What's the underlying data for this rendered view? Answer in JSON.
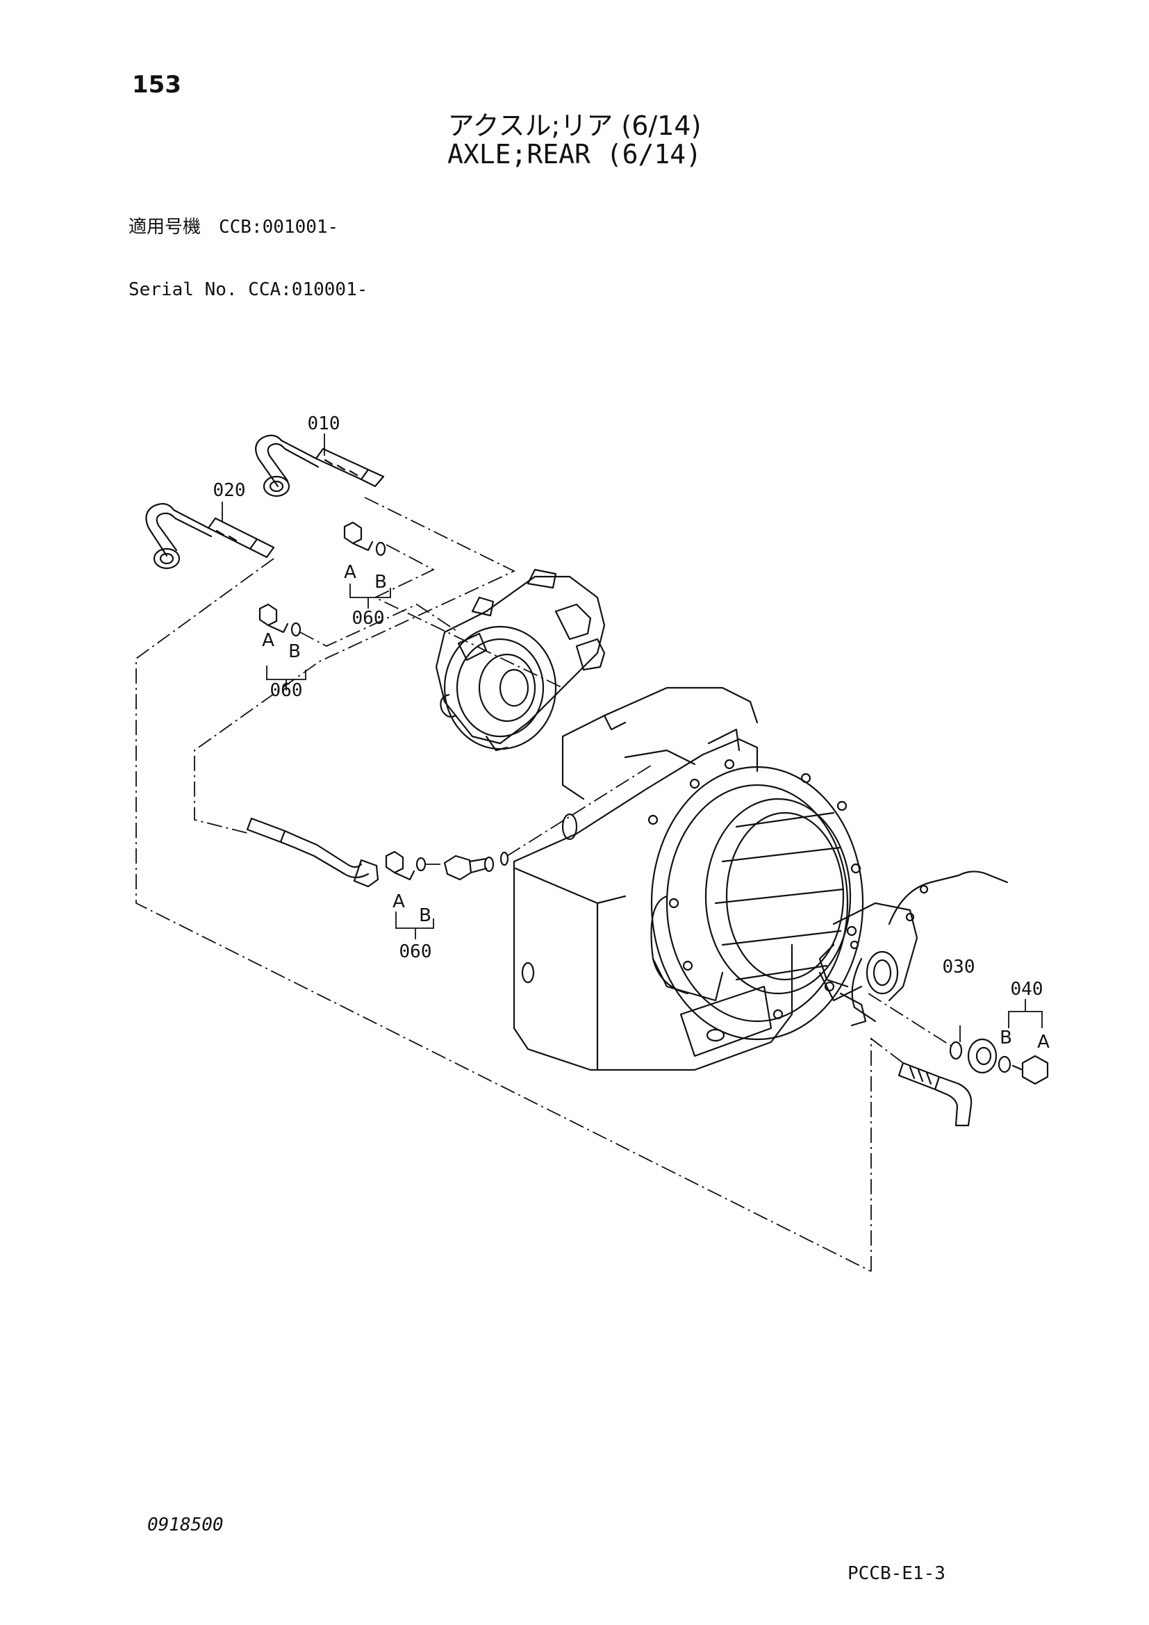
{
  "page": {
    "number": "153",
    "title_jp": "アクスル;リア (6/14)",
    "title_en": "AXLE;REAR (6/14)",
    "serial_lines": [
      "適用号機　CCB:001001-",
      "Serial No. CCA:010001-"
    ],
    "footer_code": "0918500",
    "footer_ref": "PCCB-E1-3"
  },
  "callouts": {
    "p010": "010",
    "p020": "020",
    "p030": "030",
    "p040": "040",
    "p060a": "060",
    "p060b": "060",
    "p060c": "060"
  },
  "sublabels": {
    "a": "A",
    "b": "B"
  },
  "colors": {
    "line": "#111111",
    "paper": "#ffffff"
  }
}
